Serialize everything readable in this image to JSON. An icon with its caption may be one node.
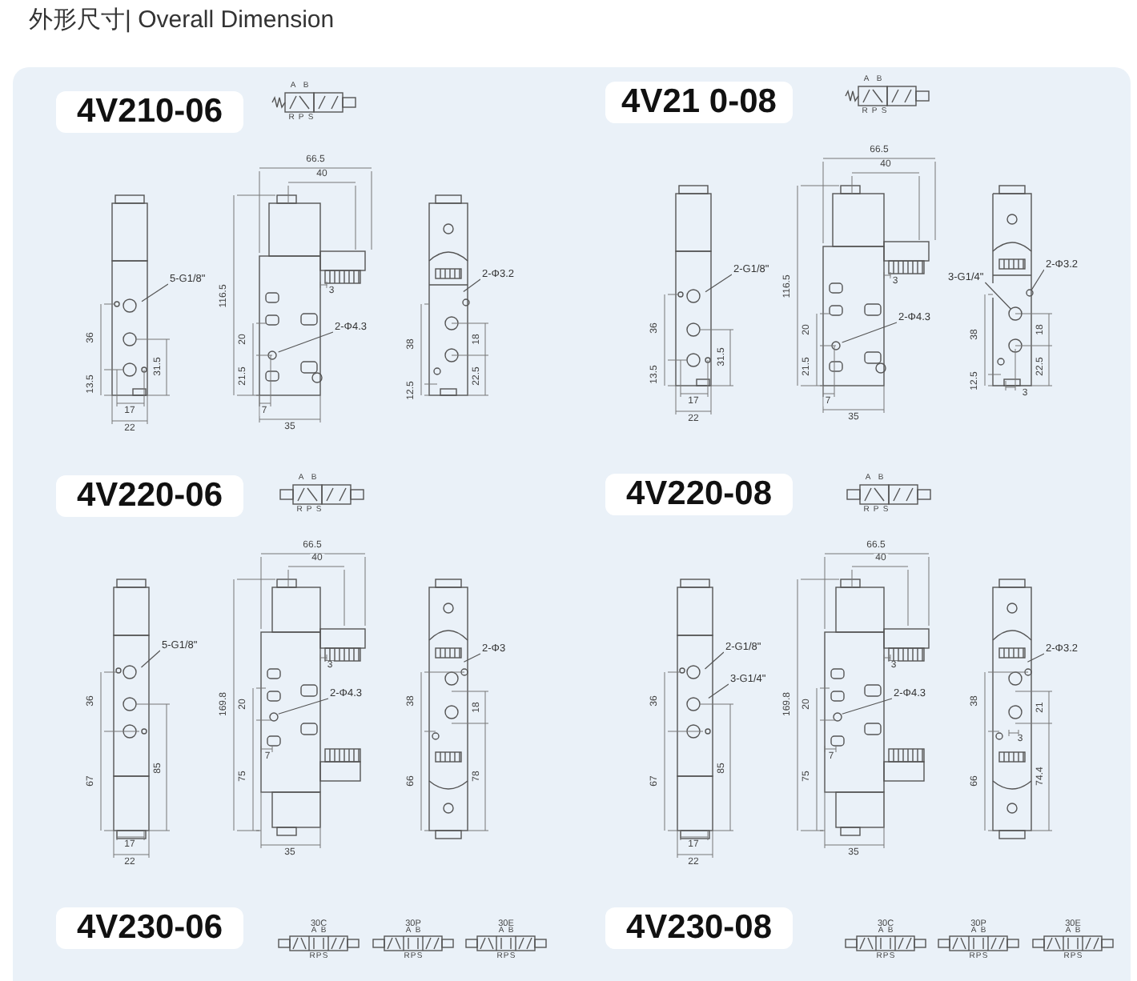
{
  "diagram": {
    "title": "外形尺寸| Overall Dimension",
    "nodes": [
      {
        "text": [
          "4V210-06"
        ]
      },
      {
        "text": [
          "4V21 0-08"
        ]
      },
      {
        "text": [
          "4V220-06"
        ]
      },
      {
        "text": [
          "4V220-08"
        ]
      },
      {
        "text": [
          "4V230-06"
        ]
      },
      {
        "text": [
          "4V230-08"
        ]
      },
      {
        "text": [
          "5-G1/8\""
        ]
      },
      {
        "text": [
          "2-Φ4.3"
        ]
      },
      {
        "text": [
          "2-Φ3.2"
        ]
      },
      {
        "text": [
          "2-G1/8\""
        ]
      },
      {
        "text": [
          "2-Φ4.3"
        ]
      },
      {
        "text": [
          "3-G1/4\""
        ]
      },
      {
        "text": [
          "2-Φ3.2"
        ]
      },
      {
        "text": [
          "5-G1/8\""
        ]
      },
      {
        "text": [
          "2-Φ4.3"
        ]
      },
      {
        "text": [
          "2-Φ3"
        ]
      },
      {
        "text": [
          "2-G1/8\""
        ]
      },
      {
        "text": [
          "3-G1/4\""
        ]
      },
      {
        "text": [
          "2-Φ4.3"
        ]
      },
      {
        "text": [
          "2-Φ3.2"
        ]
      },
      {
        "text": [],
        "shape": "circle"
      },
      {
        "text": [],
        "shape": "circle"
      }
    ],
    "edges": [
      {
        "from": 6,
        "to": null,
        "arrow": "none"
      },
      {
        "from": 7,
        "to": null,
        "arrow": "none"
      },
      {
        "from": 8,
        "to": null,
        "arrow": "none"
      },
      {
        "from": 9,
        "to": null,
        "arrow": "none"
      },
      {
        "from": 10,
        "to": null,
        "arrow": "none"
      },
      {
        "from": 11,
        "to": 20,
        "arrow": "none"
      },
      {
        "from": 12,
        "to": 21,
        "arrow": "none"
      },
      {
        "from": 13,
        "to": null,
        "arrow": "none"
      },
      {
        "from": 14,
        "to": null,
        "arrow": "none"
      },
      {
        "from": 15,
        "to": null,
        "arrow": "none"
      },
      {
        "from": 16,
        "to": null,
        "arrow": "none"
      },
      {
        "from": 17,
        "to": null,
        "arrow": "none"
      },
      {
        "from": 18,
        "to": null,
        "arrow": "none"
      },
      {
        "from": 19,
        "to": null,
        "arrow": "none"
      }
    ],
    "labels": [
      "A",
      "B",
      "R",
      "P",
      "S",
      "66.5",
      "40",
      "116.5",
      "3",
      "36",
      "31.5",
      "13.5",
      "17",
      "22",
      "20",
      "21.5",
      "7",
      "35",
      "38",
      "18",
      "12.5",
      "22.5",
      "A",
      "B",
      "R",
      "P",
      "S",
      "66.5",
      "40",
      "116.5",
      "3",
      "36",
      "31.5",
      "13.5",
      "17",
      "22",
      "20",
      "21.5",
      "7",
      "35",
      "38",
      "18",
      "12.5",
      "22.5",
      "3",
      "A",
      "B",
      "R",
      "P",
      "S",
      "66.5",
      "40",
      "169.8",
      "3",
      "36",
      "67",
      "85",
      "17",
      "22",
      "20",
      "7",
      "75",
      "35",
      "38",
      "66",
      "18",
      "78",
      "A",
      "B",
      "R",
      "P",
      "S",
      "66.5",
      "40",
      "169.8",
      "3",
      "36",
      "67",
      "85",
      "17",
      "22",
      "20",
      "7",
      "75",
      "35",
      "38",
      "66",
      "21",
      "3",
      "74.4",
      "30C",
      "A",
      "B",
      "R",
      "P",
      "S",
      "30P",
      "A",
      "B",
      "R",
      "P",
      "S",
      "30E",
      "A",
      "B",
      "R",
      "P",
      "S",
      "30C",
      "A",
      "B",
      "R",
      "P",
      "S",
      "30P",
      "A",
      "B",
      "R",
      "P",
      "S",
      "30E",
      "A",
      "B",
      "R",
      "P",
      "S"
    ]
  }
}
